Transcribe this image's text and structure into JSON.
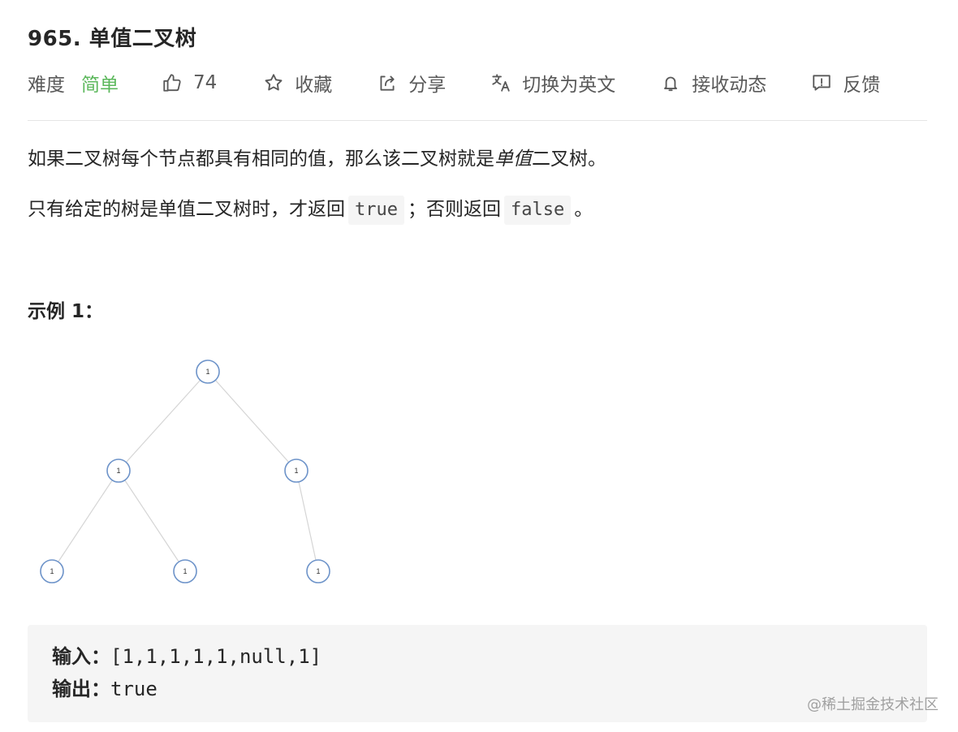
{
  "problem": {
    "title": "965. 单值二叉树"
  },
  "toolbar": {
    "difficulty_label": "难度",
    "difficulty_value": "简单",
    "difficulty_color": "#5cb85c",
    "like_count": "74",
    "favorite_label": "收藏",
    "share_label": "分享",
    "switch_lang_label": "切换为英文",
    "notify_label": "接收动态",
    "feedback_label": "反馈",
    "icons": {
      "like": "thumbs-up-icon",
      "favorite": "star-icon",
      "share": "share-icon",
      "switch_lang": "translate-icon",
      "notify": "bell-icon",
      "feedback": "feedback-icon"
    }
  },
  "description": {
    "p1_prefix": "如果二叉树每个节点都具有相同的值，那么该二叉树就是",
    "p1_emphasis": "单值",
    "p1_suffix": "二叉树。",
    "p2_prefix": "只有给定的树是单值二叉树时，才返回",
    "p2_code_true": "true",
    "p2_middle": "；否则返回",
    "p2_code_false": "false",
    "p2_suffix": "。"
  },
  "example": {
    "title": "示例 1：",
    "tree_nodes": [
      "1",
      "1",
      "1",
      "1",
      "1",
      "1"
    ],
    "input_label": "输入：",
    "input_value": "[1,1,1,1,1,null,1]",
    "output_label": "输出：",
    "output_value": "true"
  },
  "watermark": "@稀土掘金技术社区"
}
